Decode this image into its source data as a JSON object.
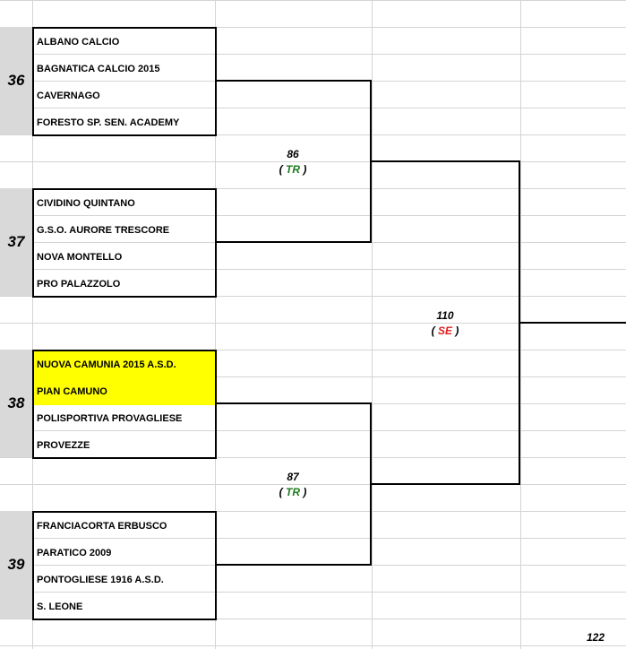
{
  "groups": [
    {
      "number": "36",
      "teams": [
        "ALBANO CALCIO",
        "BAGNATICA CALCIO 2015",
        "CAVERNAGO",
        "FORESTO SP. SEN. ACADEMY"
      ]
    },
    {
      "number": "37",
      "teams": [
        "CIVIDINO QUINTANO",
        "G.S.O. AURORE TRESCORE",
        "NOVA MONTELLO",
        "PRO PALAZZOLO"
      ]
    },
    {
      "number": "38",
      "teams": [
        "NUOVA CAMUNIA 2015 A.S.D.",
        "PIAN CAMUNO",
        "POLISPORTIVA PROVAGLIESE",
        "PROVEZZE"
      ]
    },
    {
      "number": "39",
      "teams": [
        "FRANCIACORTA ERBUSCO",
        "PARATICO 2009",
        "PONTOGLIESE 1916 A.S.D.",
        "S. LEONE"
      ]
    }
  ],
  "highlighted_teams": [
    "NUOVA CAMUNIA 2015 A.S.D.",
    "PIAN CAMUNO"
  ],
  "matches": [
    {
      "number": "86",
      "code": "TR",
      "code_color": "#1e7b1e"
    },
    {
      "number": "87",
      "code": "TR",
      "code_color": "#1e7b1e"
    },
    {
      "number": "110",
      "code": "SE",
      "code_color": "#e02020"
    }
  ],
  "page_number": "122",
  "colors": {
    "group_bg": "#d9d9d9",
    "highlight": "#ffff00",
    "grid": "#d4d4d4"
  }
}
